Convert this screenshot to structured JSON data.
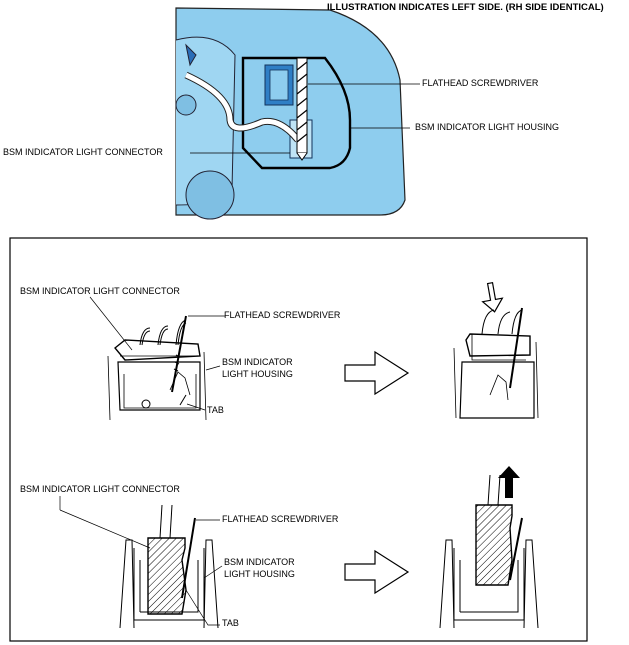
{
  "header": {
    "note": "ILLUSTRATION INDICATES LEFT SIDE. (RH SIDE IDENTICAL)"
  },
  "top_figure": {
    "screwdriver_label": "FLATHEAD SCREWDRIVER",
    "housing_label": "BSM INDICATOR LIGHT HOUSING",
    "connector_label": "BSM INDICATOR LIGHT CONNECTOR",
    "panel_color": "#8ecdee"
  },
  "detail_upper": {
    "connector_label": "BSM INDICATOR LIGHT CONNECTOR",
    "screwdriver_label": "FLATHEAD SCREWDRIVER",
    "housing_label_line1": "BSM INDICATOR",
    "housing_label_line2": "LIGHT HOUSING",
    "tab_label": "TAB"
  },
  "detail_lower": {
    "connector_label": "BSM INDICATOR LIGHT CONNECTOR",
    "screwdriver_label": "FLATHEAD SCREWDRIVER",
    "housing_label_line1": "BSM INDICATOR",
    "housing_label_line2": "LIGHT HOUSING",
    "tab_label": "TAB"
  }
}
